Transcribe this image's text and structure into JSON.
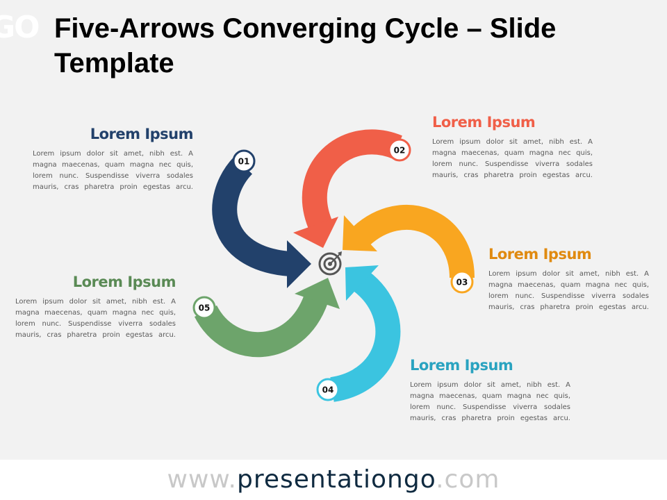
{
  "logo": "GO",
  "title": "Five-Arrows Converging Cycle – Slide Template",
  "center_icon": "target-icon",
  "colors": {
    "s1": "#22416b",
    "s2": "#f05f48",
    "s3": "#f9a620",
    "s4": "#3bc4e0",
    "s5": "#6da46b"
  },
  "steps": [
    {
      "num": "01",
      "heading": "Lorem Ipsum",
      "body": "Lorem ipsum dolor sit amet, nibh est. A magna maecenas, quam magna nec quis, lorem nunc. Suspendisse viverra sodales mauris, cras pharetra proin egestas arcu."
    },
    {
      "num": "02",
      "heading": "Lorem Ipsum",
      "body": "Lorem ipsum dolor sit amet, nibh est. A magna maecenas, quam magna nec quis, lorem nunc. Suspendisse viverra sodales mauris, cras pharetra proin egestas arcu."
    },
    {
      "num": "03",
      "heading": "Lorem Ipsum",
      "body": "Lorem ipsum dolor sit amet, nibh est. A magna maecenas, quam magna nec quis, lorem nunc. Suspendisse viverra sodales mauris, cras pharetra proin egestas arcu."
    },
    {
      "num": "04",
      "heading": "Lorem Ipsum",
      "body": "Lorem ipsum dolor sit amet, nibh est. A magna maecenas, quam magna nec quis, lorem nunc. Suspendisse viverra sodales mauris, cras pharetra proin egestas arcu."
    },
    {
      "num": "05",
      "heading": "Lorem Ipsum",
      "body": "Lorem ipsum dolor sit amet, nibh est. A magna maecenas, quam magna nec quis, lorem nunc. Suspendisse viverra sodales mauris, cras pharetra proin egestas arcu."
    }
  ],
  "footer": {
    "prefix": "www.",
    "domain": "presentationgo",
    "suffix": ".com"
  }
}
